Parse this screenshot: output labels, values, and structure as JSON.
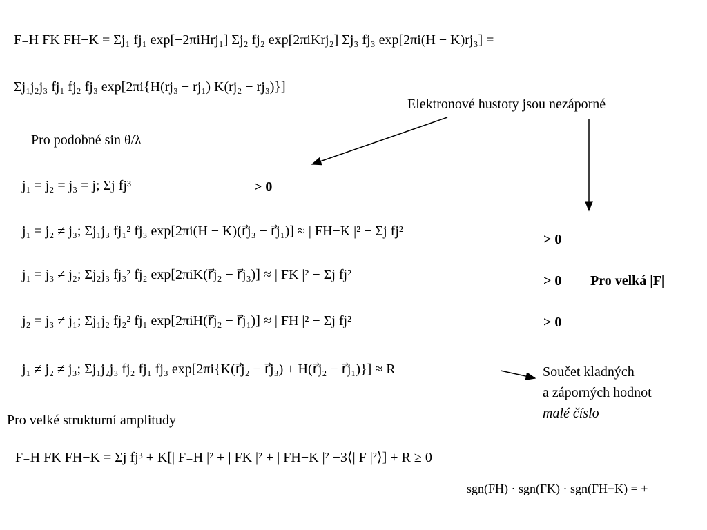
{
  "equations": {
    "eq1": "F₋H FK FH−K = Σj₁ fj₁ exp[−2πiHrj₁] Σj₂ fj₂ exp[2πiKrj₂] Σj₃ fj₃ exp[2πi(H − K)rj₃] =",
    "eq2": "Σj₁j₂j₃ fj₁ fj₂ fj₃ exp[2πi{H(rj₃ − rj₁) K(rj₂ − rj₃)}]",
    "case1": "j₁ = j₂ = j₃ = j;  Σj fj³",
    "case2": "j₁ = j₂ ≠ j₃;     Σj₁j₃ fj₁² fj₃ exp[2πi(H − K)(r⃗j₃ − r⃗j₁)] ≈ | FH−K |² − Σj fj²",
    "case3": "j₁ = j₃ ≠ j₂;     Σj₂j₃ fj₃² fj₂ exp[2πiK(r⃗j₂ − r⃗j₃)] ≈ | FK |² − Σj fj²",
    "case4": "j₂ = j₃ ≠ j₁;     Σj₁j₂ fj₂² fj₁ exp[2πiH(r⃗j₂ − r⃗j₁)] ≈ | FH |² − Σj fj²",
    "case5": "j₁ ≠ j₂ ≠ j₃;     Σj₁j₂j₃ fj₂ fj₁ fj₃ exp[2πi{K(r⃗j₂ − r⃗j₃) + H(r⃗j₂ − r⃗j₁)}] ≈ R",
    "final": "F₋H FK FH−K = Σj fj³ + K[| F₋H |² + | FK |² + | FH−K |² −3⟨| F |²⟩] + R ≥ 0",
    "sign": "sgn(FH) · sgn(FK) · sgn(FH−K) = +"
  },
  "labels": {
    "density_note": "Elektronové hustoty jsou nezáporné",
    "similar_sin": "Pro podobné sin θ/λ",
    "gt1": "> 0",
    "gt2": "> 0",
    "gt3": "> 0",
    "gt4": "> 0",
    "large_F": "Pro velká |F|",
    "sum_line1": "Součet kladných",
    "sum_line2": "a záporných hodnot",
    "sum_line3": "malé číslo",
    "large_amp": "Pro velké strukturní amplitudy"
  }
}
